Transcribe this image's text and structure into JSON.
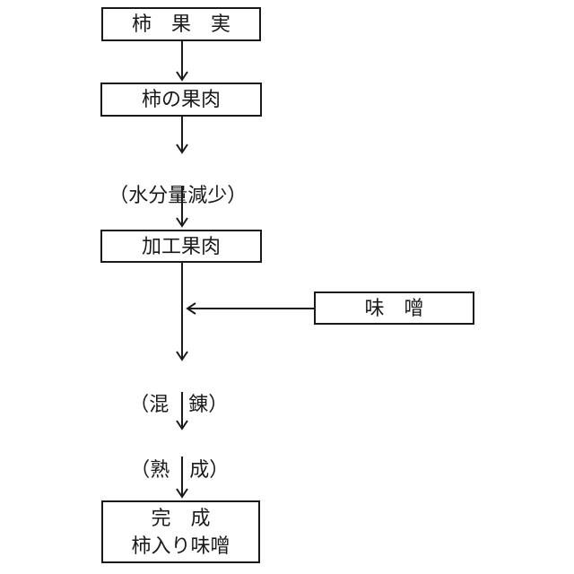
{
  "diagram": {
    "description": "柿入り味噌の製造工程フローチャート",
    "colors": {
      "line": "#1a1a1a",
      "text": "#1a1a1a",
      "background": "#ffffff"
    },
    "nodes": {
      "kaki_kajitsu": "柿　果　実",
      "kaki_no_kaniku": "柿の果肉",
      "suibun_gensho": "（水分量減少）",
      "kako_kaniku": "加工果肉",
      "miso": "味　噌",
      "konren": "（混　錬）",
      "jukusei": "（熟　成）",
      "kansei_title": "完　成",
      "kansei_subtitle": "柿入り味噌"
    },
    "edges": [
      {
        "from": "kaki_kajitsu",
        "to": "kaki_no_kaniku"
      },
      {
        "from": "kaki_no_kaniku",
        "to": "suibun_gensho"
      },
      {
        "from": "suibun_gensho",
        "to": "kako_kaniku"
      },
      {
        "from": "kako_kaniku",
        "to": "konren"
      },
      {
        "from": "miso",
        "to": "konren"
      },
      {
        "from": "konren",
        "to": "jukusei"
      },
      {
        "from": "jukusei",
        "to": "kansei"
      }
    ]
  }
}
